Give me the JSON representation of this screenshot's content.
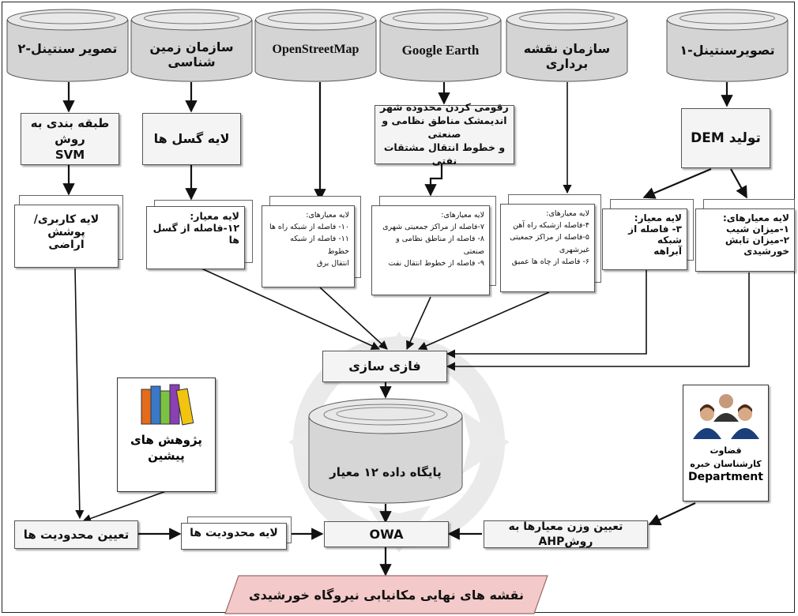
{
  "sources": {
    "sentinel2": "تصویر سنتینل-۲",
    "geology": "سازمان زمین شناسی",
    "osm": "OpenStreetMap",
    "google_earth": "Google Earth",
    "mapping_org": "سازمان نقشه برداری",
    "sentinel1": "تصویرسنتینل-۱"
  },
  "process": {
    "svm": "طبقه بندی به روش\nSVM",
    "faults_layer": "لایه گسل ها",
    "digitize": "رقومی کردن محدوده شهر\nاندیمشک مناطق نظامی و صنعتی\nو خطوط انتقال مشتقات نفتی",
    "dem": "تولید DEM",
    "fuzzy": "فازی سازی",
    "constraints": "تعیین محدودیت ها",
    "owa": "OWA",
    "ahp": "تعیین وزن معیارها به روشAHP"
  },
  "layers": {
    "landuse": "لایه کاربری/پوشش\nاراضی",
    "faults": "لایه معیار:\n۱۲-فاصله از گسل ها",
    "roads": "لایه معیارهای:\n۱۰- فاصله از شبکه راه ها\n۱۱- فاصله از شبکه خطوط\nانتقال برق",
    "urban": "لایه معیارهای:\n۷-فاصله از مراکز جمعیتی شهری\n۸- فاصله از مناطق نظامی و\nصنعتی\n۹- فاصله از خطوط انتقال نفت",
    "rail": "لایه معیارهای:\n۴-فاصله ازشبکه راه آهن\n۵-فاصله از مراکز جمعیتی\nغیرشهری\n۶- فاصله از چاه ها عمیق",
    "water": "لایه معیار:\n۳- فاصله از شبکه\nآبراهه",
    "slope": "لایه معیارهای:\n۱-میزان شیب\n۲-میزان تابش خورشیدی",
    "constraints_layer": "لایه محدودیت ها"
  },
  "database": "پایگاه داده ۱۲ معیار",
  "research": "پژوهش های\nپیشین",
  "experts": {
    "judges": "قضاوت",
    "experts": "کارشناسان خبره",
    "department": "Department"
  },
  "output": "نقشه های نهایی مکانیابی نیروگاه خورشیدی",
  "colors": {
    "cylinder_top": "#e6e6e6",
    "cylinder_body": "#d2d2d2",
    "output_fill": "#f4c9c9",
    "watermark": "#d9d9d9"
  }
}
